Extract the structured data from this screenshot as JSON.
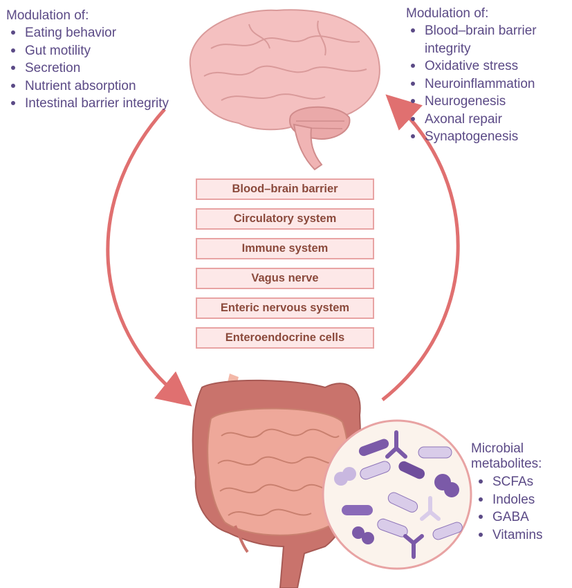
{
  "left_panel": {
    "title": "Modulation of:",
    "items": [
      "Eating behavior",
      "Gut motility",
      "Secretion",
      "Nutrient absorption",
      "Intestinal barrier integrity"
    ]
  },
  "right_panel": {
    "title": "Modulation of:",
    "items": [
      "Blood–brain barrier integrity",
      "Oxidative stress",
      "Neuroinflammation",
      "Neurogenesis",
      "Axonal repair",
      "Synaptogenesis"
    ]
  },
  "pathways": [
    "Blood–brain barrier",
    "Circulatory system",
    "Immune system",
    "Vagus nerve",
    "Enteric nervous system",
    "Enteroendocrine cells"
  ],
  "microbial_metabolites": {
    "title": "Microbial metabolites:",
    "items": [
      "SCFAs",
      "Indoles",
      "GABA",
      "Vitamins"
    ]
  },
  "colors": {
    "text": "#5b4a86",
    "arrow": "#e07070",
    "box_border": "#e8a3a3",
    "box_fill": "#fde8e8",
    "box_text": "#8b4a3c",
    "brain": "#f2b8b8",
    "gut": "#e89e98",
    "bacteria_dark": "#7b5aa8",
    "bacteria_light": "#c9b8e0"
  },
  "icons": [
    "brain-illustration",
    "gut-illustration",
    "microbiota-magnifier"
  ]
}
